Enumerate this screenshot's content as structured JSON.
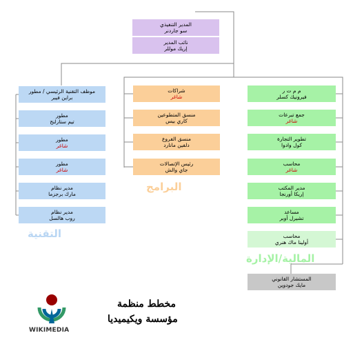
{
  "executive": [
    {
      "role": "المدير التنفيذي",
      "name": "سو جاردنر",
      "vacant": false
    },
    {
      "role": "نائب المدير",
      "name": "إريك موللر",
      "vacant": false
    }
  ],
  "departments": {
    "technology": "التقنية",
    "programs": "البرامج",
    "finance_admin": "المالية/الإدارة"
  },
  "technology": [
    {
      "role": "موظف التقنية الرئيسي / مطور",
      "name": "براين فيبر",
      "vacant": false
    },
    {
      "role": "مطور",
      "name": "تيم ستارلنج",
      "vacant": false
    },
    {
      "role": "مطور",
      "name": "شاغر",
      "vacant": true
    },
    {
      "role": "مطور",
      "name": "شاغر",
      "vacant": true
    },
    {
      "role": "مدير نظام",
      "name": "مارك برجزما",
      "vacant": false
    },
    {
      "role": "مدير نظام",
      "name": "روب هالسل",
      "vacant": false
    }
  ],
  "programs": [
    {
      "role": "شراكات",
      "name": "شاغر",
      "vacant": true
    },
    {
      "role": "منسق المتطوعين",
      "name": "كاري بيس",
      "vacant": false
    },
    {
      "role": "منسق الفروع",
      "name": "دلفين مانارد",
      "vacant": false
    },
    {
      "role": "رئيس الإتصالات",
      "name": "جاي والش",
      "vacant": false
    }
  ],
  "finance": [
    {
      "role": "م م ت ر",
      "name": "فيرونيك كسلر",
      "vacant": false
    },
    {
      "role": "جمع تبرعات",
      "name": "شاغر",
      "vacant": true
    },
    {
      "role": "تطوير التجارة",
      "name": "كول وادوا",
      "vacant": false
    },
    {
      "role": "محاسب",
      "name": "شاغر",
      "vacant": true
    },
    {
      "role": "مدير المكتب",
      "name": "إريكا أورنجا",
      "vacant": false
    },
    {
      "role": "مساعد",
      "name": "تشيرل أوبر",
      "vacant": false
    },
    {
      "role": "محاسب",
      "name": "أولينا ماك هنري",
      "vacant": false
    }
  ],
  "counsel": {
    "role": "المستشار القانوني",
    "name": "مايك جودوين",
    "vacant": false
  },
  "title": {
    "line1": "مخطط منظمة",
    "line2": "مؤسسة ويكيميديا"
  },
  "logo": {
    "word": "WIKIMEDIA"
  },
  "colors": {
    "executive": "#d9c2ee",
    "technology": "#bcd8f4",
    "programs": "#fbcf99",
    "finance": "#a6f2a6",
    "finance_light": "#d4f7d4",
    "counsel": "#c8c8c8",
    "vacant_text": "#cc0000",
    "connector": "#808080"
  }
}
